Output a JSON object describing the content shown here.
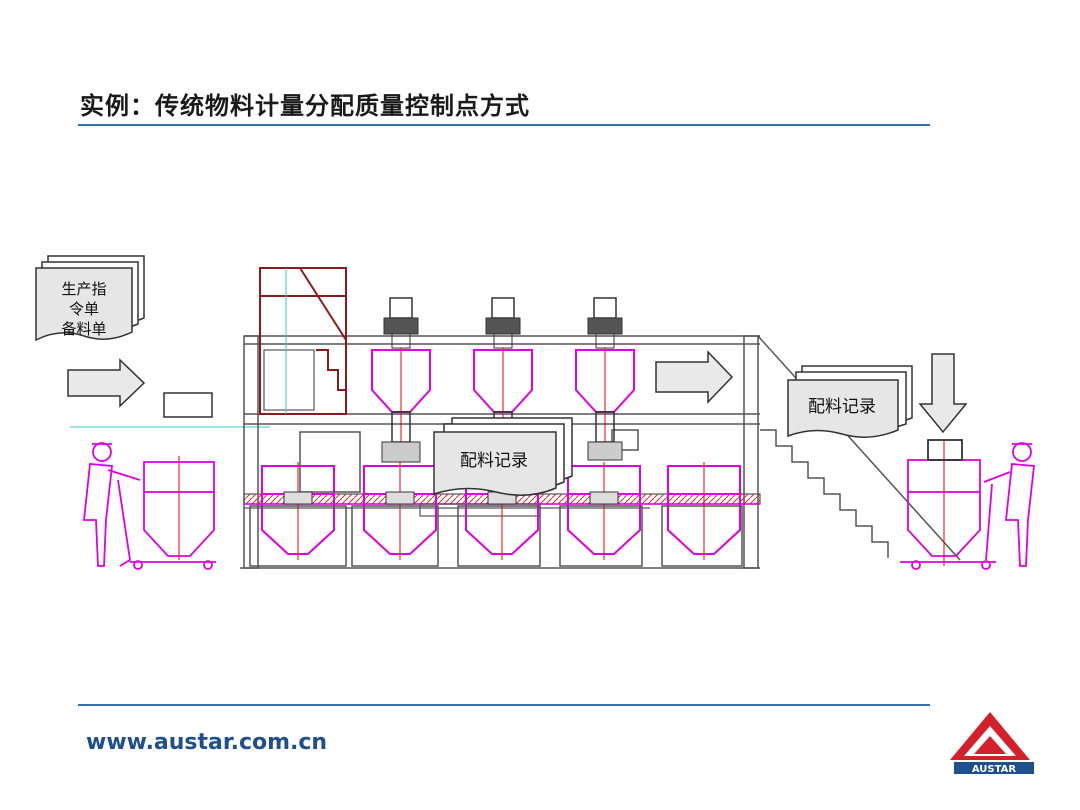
{
  "slide": {
    "title": "实例：传统物料计量分配质量控制点方式",
    "footer_url": "www.austar.com.cn"
  },
  "documents": {
    "order": {
      "line1": "生产指",
      "line2": "令单",
      "line3": "备料单"
    },
    "record_left": "配料记录",
    "record_right": "配料记录"
  },
  "logo": {
    "text": "AUSTAR"
  },
  "colors": {
    "accent_blue": "#3b6fa8",
    "magenta": "#e000e0",
    "dark_red": "#8b1a1a",
    "logo_red": "#d4202a"
  }
}
